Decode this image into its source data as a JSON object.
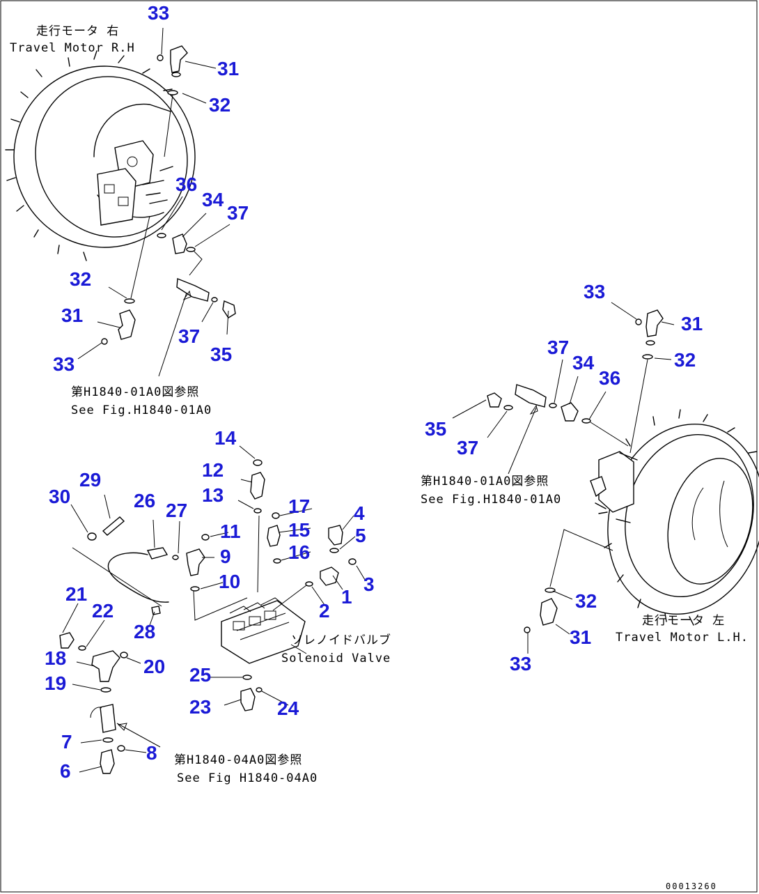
{
  "captions": {
    "rh_jp": "走行モータ 右",
    "rh_en": "Travel Motor R.H",
    "lh_jp": "走行モータ 左",
    "lh_en": "Travel Motor L.H.",
    "ref_a_jp": "第H1840-01A0図参照",
    "ref_a_en": "See Fig.H1840-01A0",
    "ref_b_jp": "第H1840-01A0図参照",
    "ref_b_en": "See Fig.H1840-01A0",
    "ref_c_jp": "第H1840-04A0図参照",
    "ref_c_en": "See Fig H1840-04A0",
    "valve_jp": "ソレノイドバルブ",
    "valve_en": "Solenoid Valve",
    "figure_code": "00013260"
  },
  "part_numbers": [
    "33",
    "31",
    "32",
    "36",
    "34",
    "37",
    "32",
    "31",
    "33",
    "37",
    "35",
    "33",
    "31",
    "32",
    "37",
    "34",
    "36",
    "35",
    "37",
    "32",
    "31",
    "33",
    "14",
    "12",
    "13",
    "17",
    "15",
    "16",
    "11",
    "9",
    "10",
    "4",
    "5",
    "3",
    "1",
    "2",
    "29",
    "30",
    "26",
    "27",
    "28",
    "21",
    "22",
    "18",
    "20",
    "19",
    "25",
    "23",
    "24",
    "7",
    "8",
    "6"
  ]
}
